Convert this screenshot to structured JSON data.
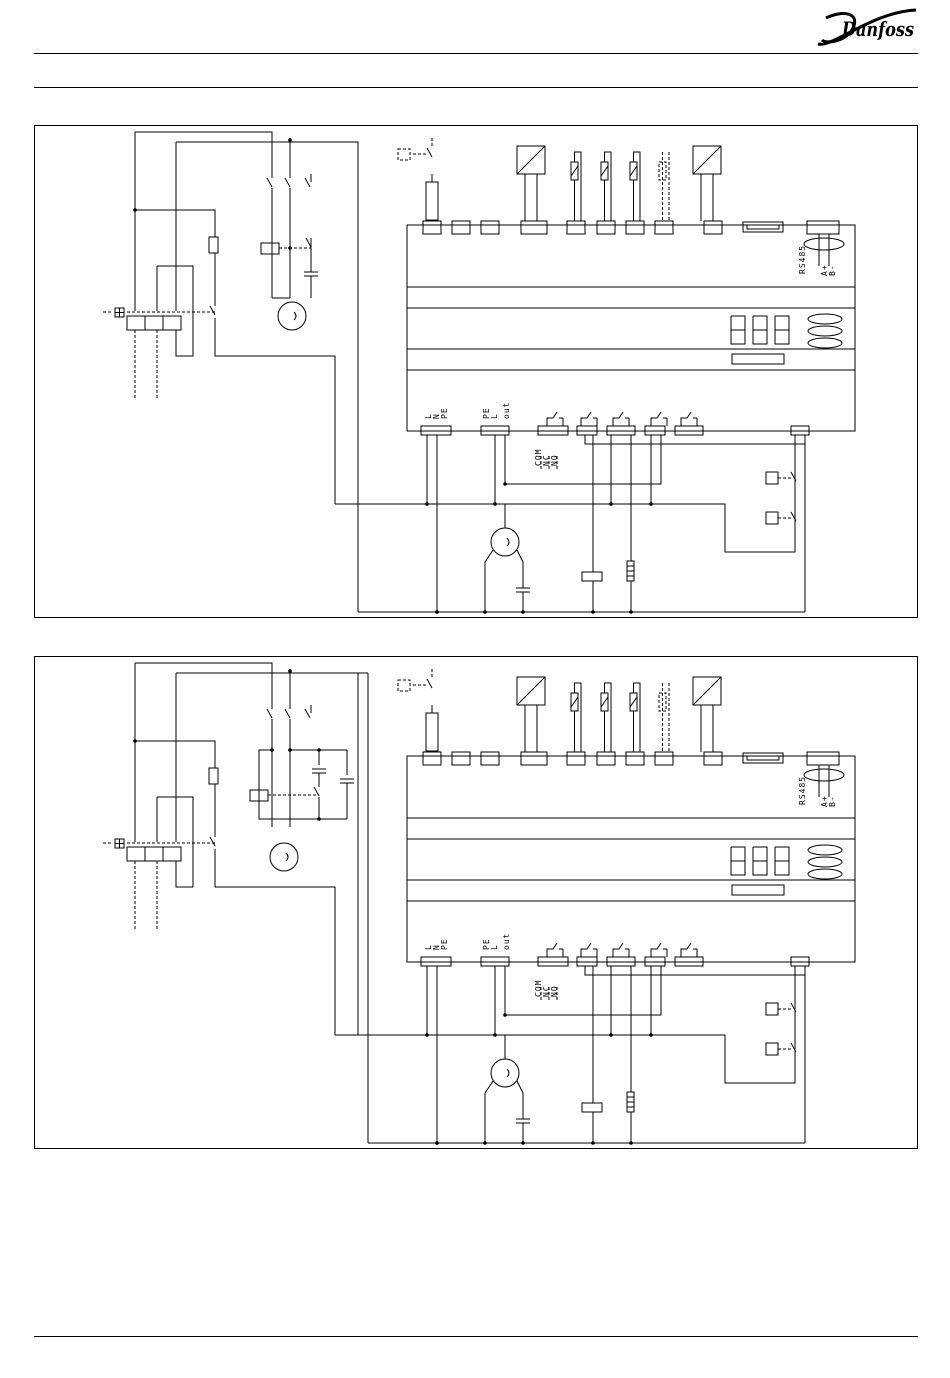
{
  "header": {
    "logo_text": "Danfoss"
  },
  "diagrams": [
    {
      "name": "wiring-diagram-1",
      "labels": {
        "rs485": "RS485",
        "a_plus": "A+",
        "b_minus": "B-",
        "l": "L",
        "n": "N",
        "pe": "PE",
        "pe2": "PE",
        "l2": "L",
        "out": "out",
        "com": "COM",
        "nc": "NC",
        "no": "NO"
      }
    },
    {
      "name": "wiring-diagram-2",
      "labels": {
        "rs485": "RS485",
        "a_plus": "A+",
        "b_minus": "B-",
        "l": "L",
        "n": "N",
        "pe": "PE",
        "pe2": "PE",
        "l2": "L",
        "out": "out",
        "com": "COM",
        "nc": "NC",
        "no": "NO"
      }
    }
  ],
  "colors": {
    "line": "#000000",
    "background": "#ffffff"
  }
}
